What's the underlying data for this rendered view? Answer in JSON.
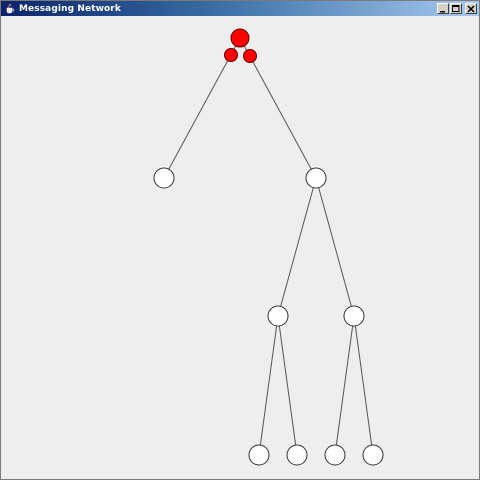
{
  "window": {
    "title": "Messaging Network",
    "controls": [
      "minimize",
      "maximize",
      "close"
    ]
  },
  "graph": {
    "edge_color": "#555555",
    "node_fill": "#ffffff",
    "node_stroke": "#333333",
    "active_fill": "#ff0000",
    "root_id": "root",
    "nodes": [
      {
        "id": "root",
        "state": "active"
      },
      {
        "id": "l1a",
        "state": "idle"
      },
      {
        "id": "l1b",
        "state": "idle"
      },
      {
        "id": "l2a",
        "state": "idle"
      },
      {
        "id": "l2b",
        "state": "idle"
      },
      {
        "id": "l3a",
        "state": "idle"
      },
      {
        "id": "l3b",
        "state": "idle"
      },
      {
        "id": "l3c",
        "state": "idle"
      },
      {
        "id": "l3d",
        "state": "idle"
      }
    ],
    "edges": [
      [
        "root",
        "l1a"
      ],
      [
        "root",
        "l1b"
      ],
      [
        "l1b",
        "l2a"
      ],
      [
        "l1b",
        "l2b"
      ],
      [
        "l2a",
        "l3a"
      ],
      [
        "l2a",
        "l3b"
      ],
      [
        "l2b",
        "l3c"
      ],
      [
        "l2b",
        "l3d"
      ]
    ],
    "message_count_at_root": 3
  }
}
